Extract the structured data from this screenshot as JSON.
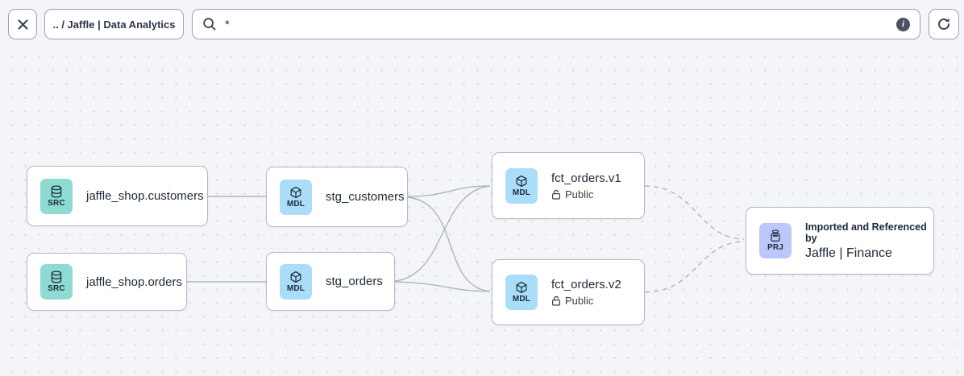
{
  "toolbar": {
    "close_label": "close",
    "breadcrumb": ".. / Jaffle | Data Analytics",
    "search": {
      "value": "*",
      "info_glyph": "i"
    }
  },
  "colors": {
    "canvas_bg": "#f4f5f8",
    "dot_grid": "#d5d8de",
    "card_border": "#b4bbc5",
    "edge": "#aeb5bf",
    "src_badge": "#8edcd1",
    "mdl_badge": "#a9ddf8",
    "prj_badge": "#bcc7fa",
    "text_dark": "#1d2936"
  },
  "nodes": {
    "src_customers": {
      "type": "SRC",
      "label": "jaffle_shop.customers"
    },
    "src_orders": {
      "type": "SRC",
      "label": "jaffle_shop.orders"
    },
    "stg_customers": {
      "type": "MDL",
      "label": "stg_customers"
    },
    "stg_orders": {
      "type": "MDL",
      "label": "stg_orders"
    },
    "fct_orders_v1": {
      "type": "MDL",
      "label": "fct_orders.v1",
      "access": "Public"
    },
    "fct_orders_v2": {
      "type": "MDL",
      "label": "fct_orders.v2",
      "access": "Public"
    },
    "project": {
      "type": "PRJ",
      "caption": "Imported and Referenced by",
      "label": "Jaffle | Finance"
    }
  },
  "edges": [
    {
      "from": "jaffle_shop.customers",
      "to": "stg_customers",
      "style": "solid"
    },
    {
      "from": "jaffle_shop.orders",
      "to": "stg_orders",
      "style": "solid"
    },
    {
      "from": "stg_customers",
      "to": "fct_orders.v1",
      "style": "solid"
    },
    {
      "from": "stg_customers",
      "to": "fct_orders.v2",
      "style": "solid"
    },
    {
      "from": "stg_orders",
      "to": "fct_orders.v1",
      "style": "solid"
    },
    {
      "from": "stg_orders",
      "to": "fct_orders.v2",
      "style": "solid"
    },
    {
      "from": "fct_orders.v1",
      "to": "Jaffle | Finance",
      "style": "dashed"
    },
    {
      "from": "fct_orders.v2",
      "to": "Jaffle | Finance",
      "style": "dashed"
    }
  ]
}
